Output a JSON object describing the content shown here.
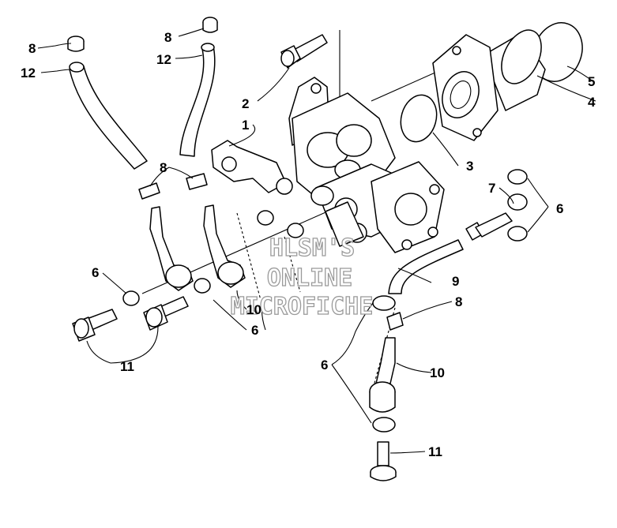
{
  "callouts": {
    "c1": "1",
    "c2": "2",
    "c3": "3",
    "c4": "4",
    "c5": "5",
    "c6a": "6",
    "c6b": "6",
    "c6c": "6",
    "c6d": "6",
    "c7": "7",
    "c8a": "8",
    "c8b": "8",
    "c8c": "8",
    "c8d": "8",
    "c9": "9",
    "c10a": "10",
    "c10b": "10",
    "c11a": "11",
    "c11b": "11",
    "c12a": "12",
    "c12b": "12"
  },
  "watermark": {
    "line1": "HLSM'S",
    "line2": "ONLINE",
    "line3": "MICROFICHE"
  }
}
